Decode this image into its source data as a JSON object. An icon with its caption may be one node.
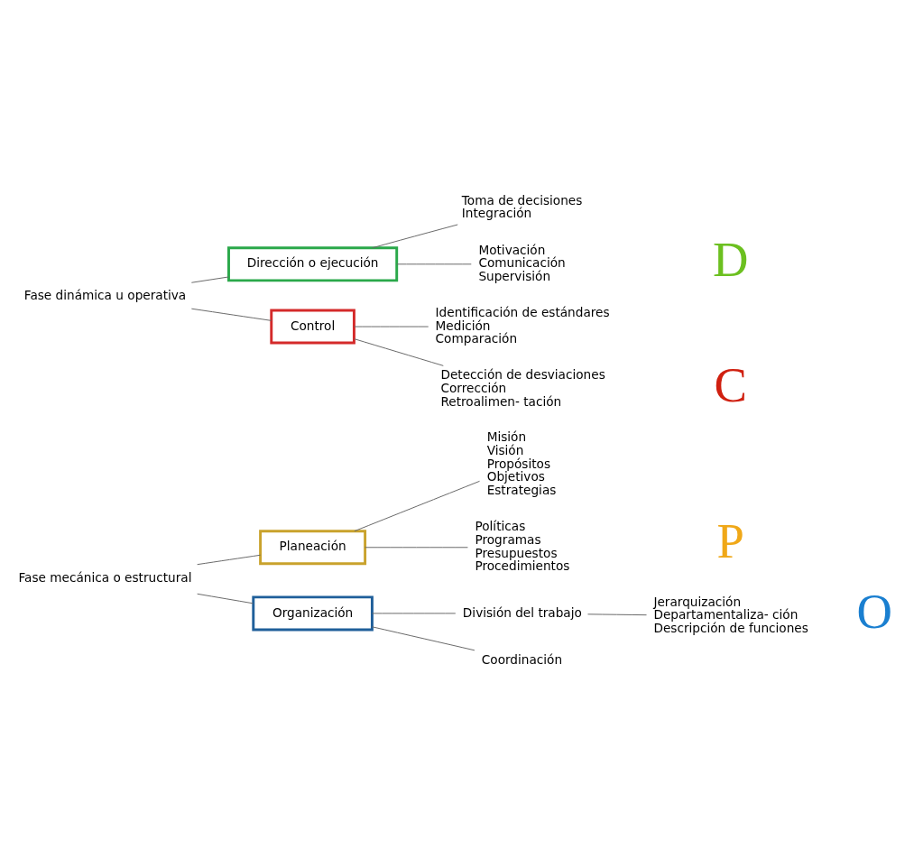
{
  "diagram": {
    "nodes": [
      {
        "text": [
          "Fase mecánica o estructural"
        ]
      },
      {
        "text": [
          "Planeación"
        ]
      },
      {
        "text": [
          "Organización"
        ]
      },
      {
        "text": [
          "Fase dinámica u operativa"
        ]
      },
      {
        "text": [
          "Dirección o ejecución"
        ]
      },
      {
        "text": [
          "Control"
        ]
      },
      {
        "text": [
          "Misión",
          "Visión",
          "Propósitos",
          "Objetivos",
          "Estrategias"
        ]
      },
      {
        "text": [
          "Políticas",
          "Programas",
          "Presupuestos",
          "Procedimientos"
        ]
      },
      {
        "text": [
          "División del trabajo"
        ]
      },
      {
        "text": [
          "Coordinación"
        ]
      },
      {
        "text": [
          "Jerarquización",
          "Departamentaliza- ción",
          "Descripción de funciones"
        ]
      },
      {
        "text": [
          "Toma de decisiones",
          "Integración"
        ]
      },
      {
        "text": [
          "Motivación",
          "Comunicación",
          "Supervisión"
        ]
      },
      {
        "text": [
          "Identificación de estándares",
          "Medición",
          "Comparación"
        ]
      },
      {
        "text": [
          "Detección de desviaciones",
          "Corrección",
          "Retroalimen- tación"
        ]
      }
    ],
    "edges": [
      {
        "from": 0,
        "to": 1,
        "arrow": "none"
      },
      {
        "from": 0,
        "to": 2,
        "arrow": "none"
      },
      {
        "from": 1,
        "to": 6,
        "arrow": "none"
      },
      {
        "from": 1,
        "to": 7,
        "arrow": "none"
      },
      {
        "from": 2,
        "to": 8,
        "arrow": "none"
      },
      {
        "from": 2,
        "to": 9,
        "arrow": "none"
      },
      {
        "from": 8,
        "to": 10,
        "arrow": "none"
      },
      {
        "from": 3,
        "to": 4,
        "arrow": "none"
      },
      {
        "from": 3,
        "to": 5,
        "arrow": "none"
      },
      {
        "from": 4,
        "to": 11,
        "arrow": "none"
      },
      {
        "from": 4,
        "to": 12,
        "arrow": "none"
      },
      {
        "from": 5,
        "to": 13,
        "arrow": "none"
      },
      {
        "from": 5,
        "to": 14,
        "arrow": "none"
      }
    ],
    "labels": [
      "P",
      "O",
      "D",
      "C"
    ]
  }
}
